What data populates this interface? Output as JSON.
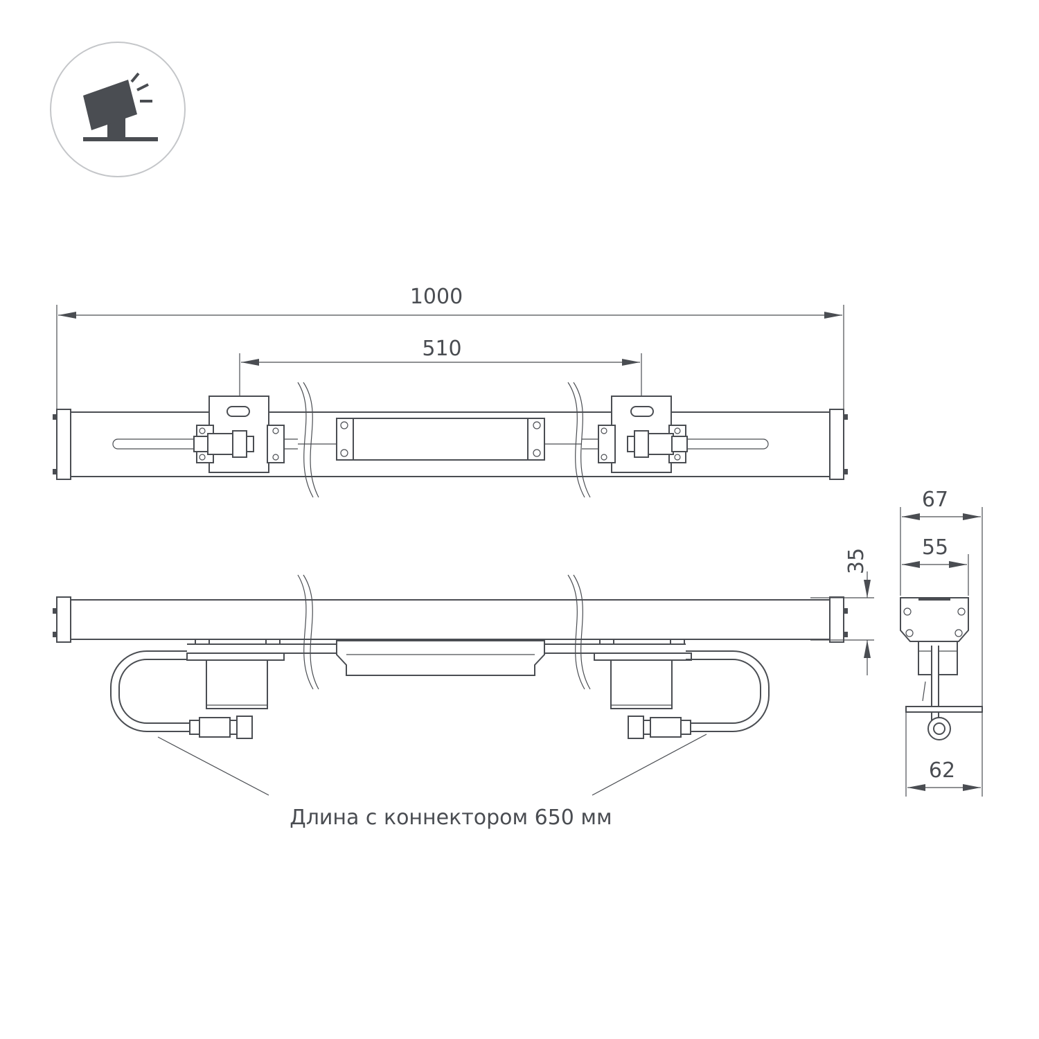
{
  "dimensions": {
    "total_length": "1000",
    "mount_spacing": "510",
    "side_width_top": "67",
    "side_width_body": "55",
    "side_height": "35",
    "side_base_width": "62"
  },
  "note": "Длина с коннектором 650 мм",
  "icon": "spotlight-icon",
  "colors": {
    "line": "#4a4d52",
    "background": "#ffffff"
  }
}
